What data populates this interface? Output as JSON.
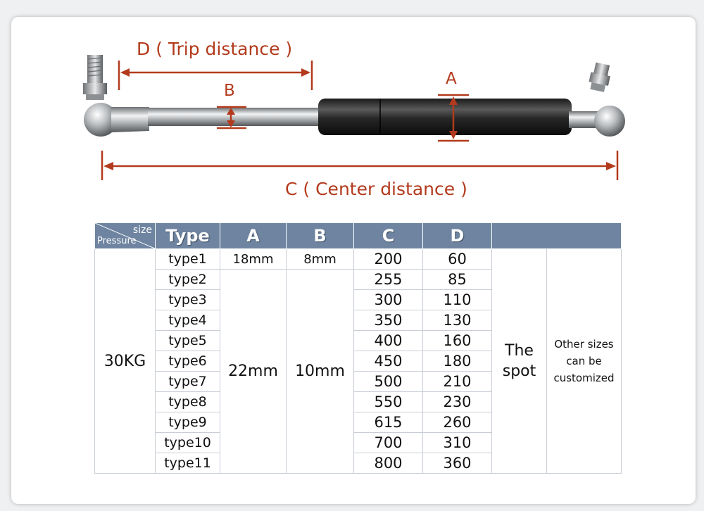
{
  "diagram": {
    "label_d": "D ( Trip distance )",
    "label_c": "C ( Center distance )",
    "label_a": "A",
    "label_b": "B",
    "accent_color": "#b33a1c"
  },
  "table": {
    "corner_size": "size",
    "corner_pressure": "Pressure",
    "headers": {
      "type": "Type",
      "a": "A",
      "b": "B",
      "c": "C",
      "d": "D"
    },
    "pressure": "30KG",
    "spot": "The spot",
    "custom": "Other sizes can be customized",
    "a_first": "18mm",
    "b_first": "8mm",
    "a_rest": "22mm",
    "b_rest": "10mm",
    "header_color": "#6e84a0",
    "rows": [
      {
        "type": "type1",
        "c": "200",
        "d": "60"
      },
      {
        "type": "type2",
        "c": "255",
        "d": "85"
      },
      {
        "type": "type3",
        "c": "300",
        "d": "110"
      },
      {
        "type": "type4",
        "c": "350",
        "d": "130"
      },
      {
        "type": "type5",
        "c": "400",
        "d": "160"
      },
      {
        "type": "type6",
        "c": "450",
        "d": "180"
      },
      {
        "type": "type7",
        "c": "500",
        "d": "210"
      },
      {
        "type": "type8",
        "c": "550",
        "d": "230"
      },
      {
        "type": "type9",
        "c": "615",
        "d": "260"
      },
      {
        "type": "type10",
        "c": "700",
        "d": "310"
      },
      {
        "type": "type11",
        "c": "800",
        "d": "360"
      }
    ]
  }
}
